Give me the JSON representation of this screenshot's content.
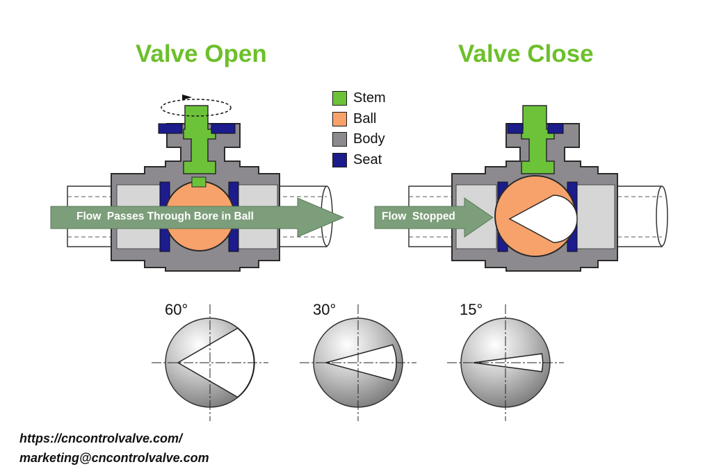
{
  "titles": {
    "open": "Valve Open",
    "close": "Valve Close"
  },
  "legend": [
    {
      "label": "Stem",
      "color": "#6cc33a"
    },
    {
      "label": "Ball",
      "color": "#f7a26b"
    },
    {
      "label": "Body",
      "color": "#8c8a8e"
    },
    {
      "label": "Seat",
      "color": "#1c1c8c"
    }
  ],
  "flow": {
    "open_label": "Flow  Passes Through Bore in Ball",
    "stopped_label": "Flow  Stopped",
    "arrow_color": "#7d9e7a"
  },
  "balls": [
    {
      "angle_label": "60°",
      "opening_deg": 60
    },
    {
      "angle_label": "30°",
      "opening_deg": 30
    },
    {
      "angle_label": "15°",
      "opening_deg": 15
    }
  ],
  "footer": {
    "url": "https://cncontrolvalve.com/",
    "email": "marketing@cncontrolvalve.com"
  }
}
